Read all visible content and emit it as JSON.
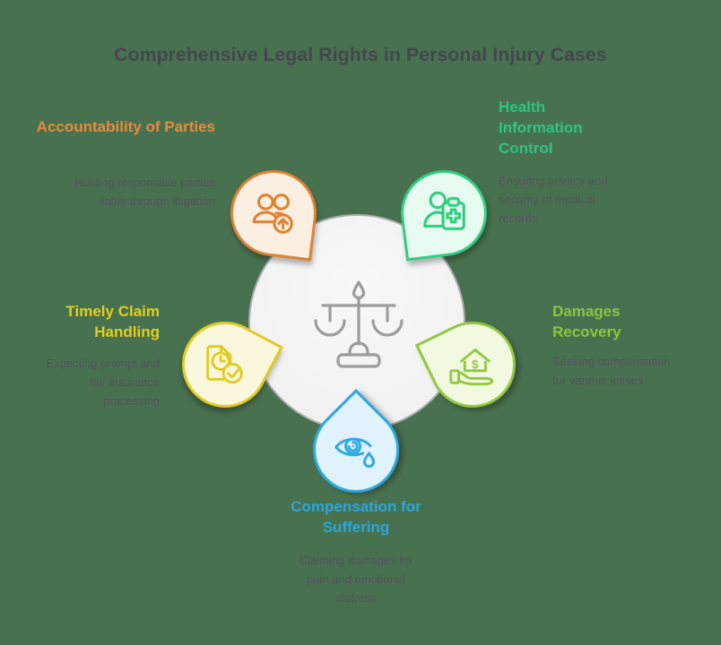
{
  "background_color": "#48714F",
  "title": {
    "text": "Comprehensive Legal Rights in Personal Injury Cases",
    "color": "#45454E"
  },
  "center": {
    "icon": "scales-of-justice-icon",
    "circle_fill": "#F2F2F2",
    "circle_border": "#ACACAC",
    "icon_color": "#9C9C9C"
  },
  "text_color": "#53535C",
  "petals": [
    {
      "id": "accountability-of-parties",
      "label": "Accountability of Parties",
      "description": "Holding responsible parties liable through litigation",
      "icon": "people-with-up-arrow-icon",
      "accent_color": "#DD8333",
      "fill_color": "#FBEFE2",
      "label_color": "#E78C3B",
      "position": "top-left"
    },
    {
      "id": "health-information-control",
      "label": "Health Information Control",
      "description": "Ensuring privacy and security of medical records",
      "icon": "person-with-medical-clipboard-icon",
      "accent_color": "#2FCF80",
      "fill_color": "#E6FAF0",
      "label_color": "#2EC487",
      "position": "top-right"
    },
    {
      "id": "timely-claim-handling",
      "label": "Timely Claim Handling",
      "description": "Expecting prompt and fair insurance processing",
      "icon": "document-clock-check-icon",
      "accent_color": "#E0CC24",
      "fill_color": "#FAF7DC",
      "label_color": "#E3CE1C",
      "position": "middle-left"
    },
    {
      "id": "damages-recovery",
      "label": "Damages Recovery",
      "description": "Seeking compensation for various losses",
      "icon": "hand-holding-house-dollar-icon",
      "accent_color": "#94C840",
      "fill_color": "#F1F9E1",
      "label_color": "#8CC63F",
      "position": "middle-right"
    },
    {
      "id": "compensation-for-suffering",
      "label": "Compensation for Suffering",
      "description": "Claiming damages for pain and emotional distress",
      "icon": "eye-with-tear-icon",
      "accent_color": "#2CA9E0",
      "fill_color": "#E0F2FB",
      "label_color": "#2AA7DE",
      "position": "bottom-center"
    }
  ]
}
